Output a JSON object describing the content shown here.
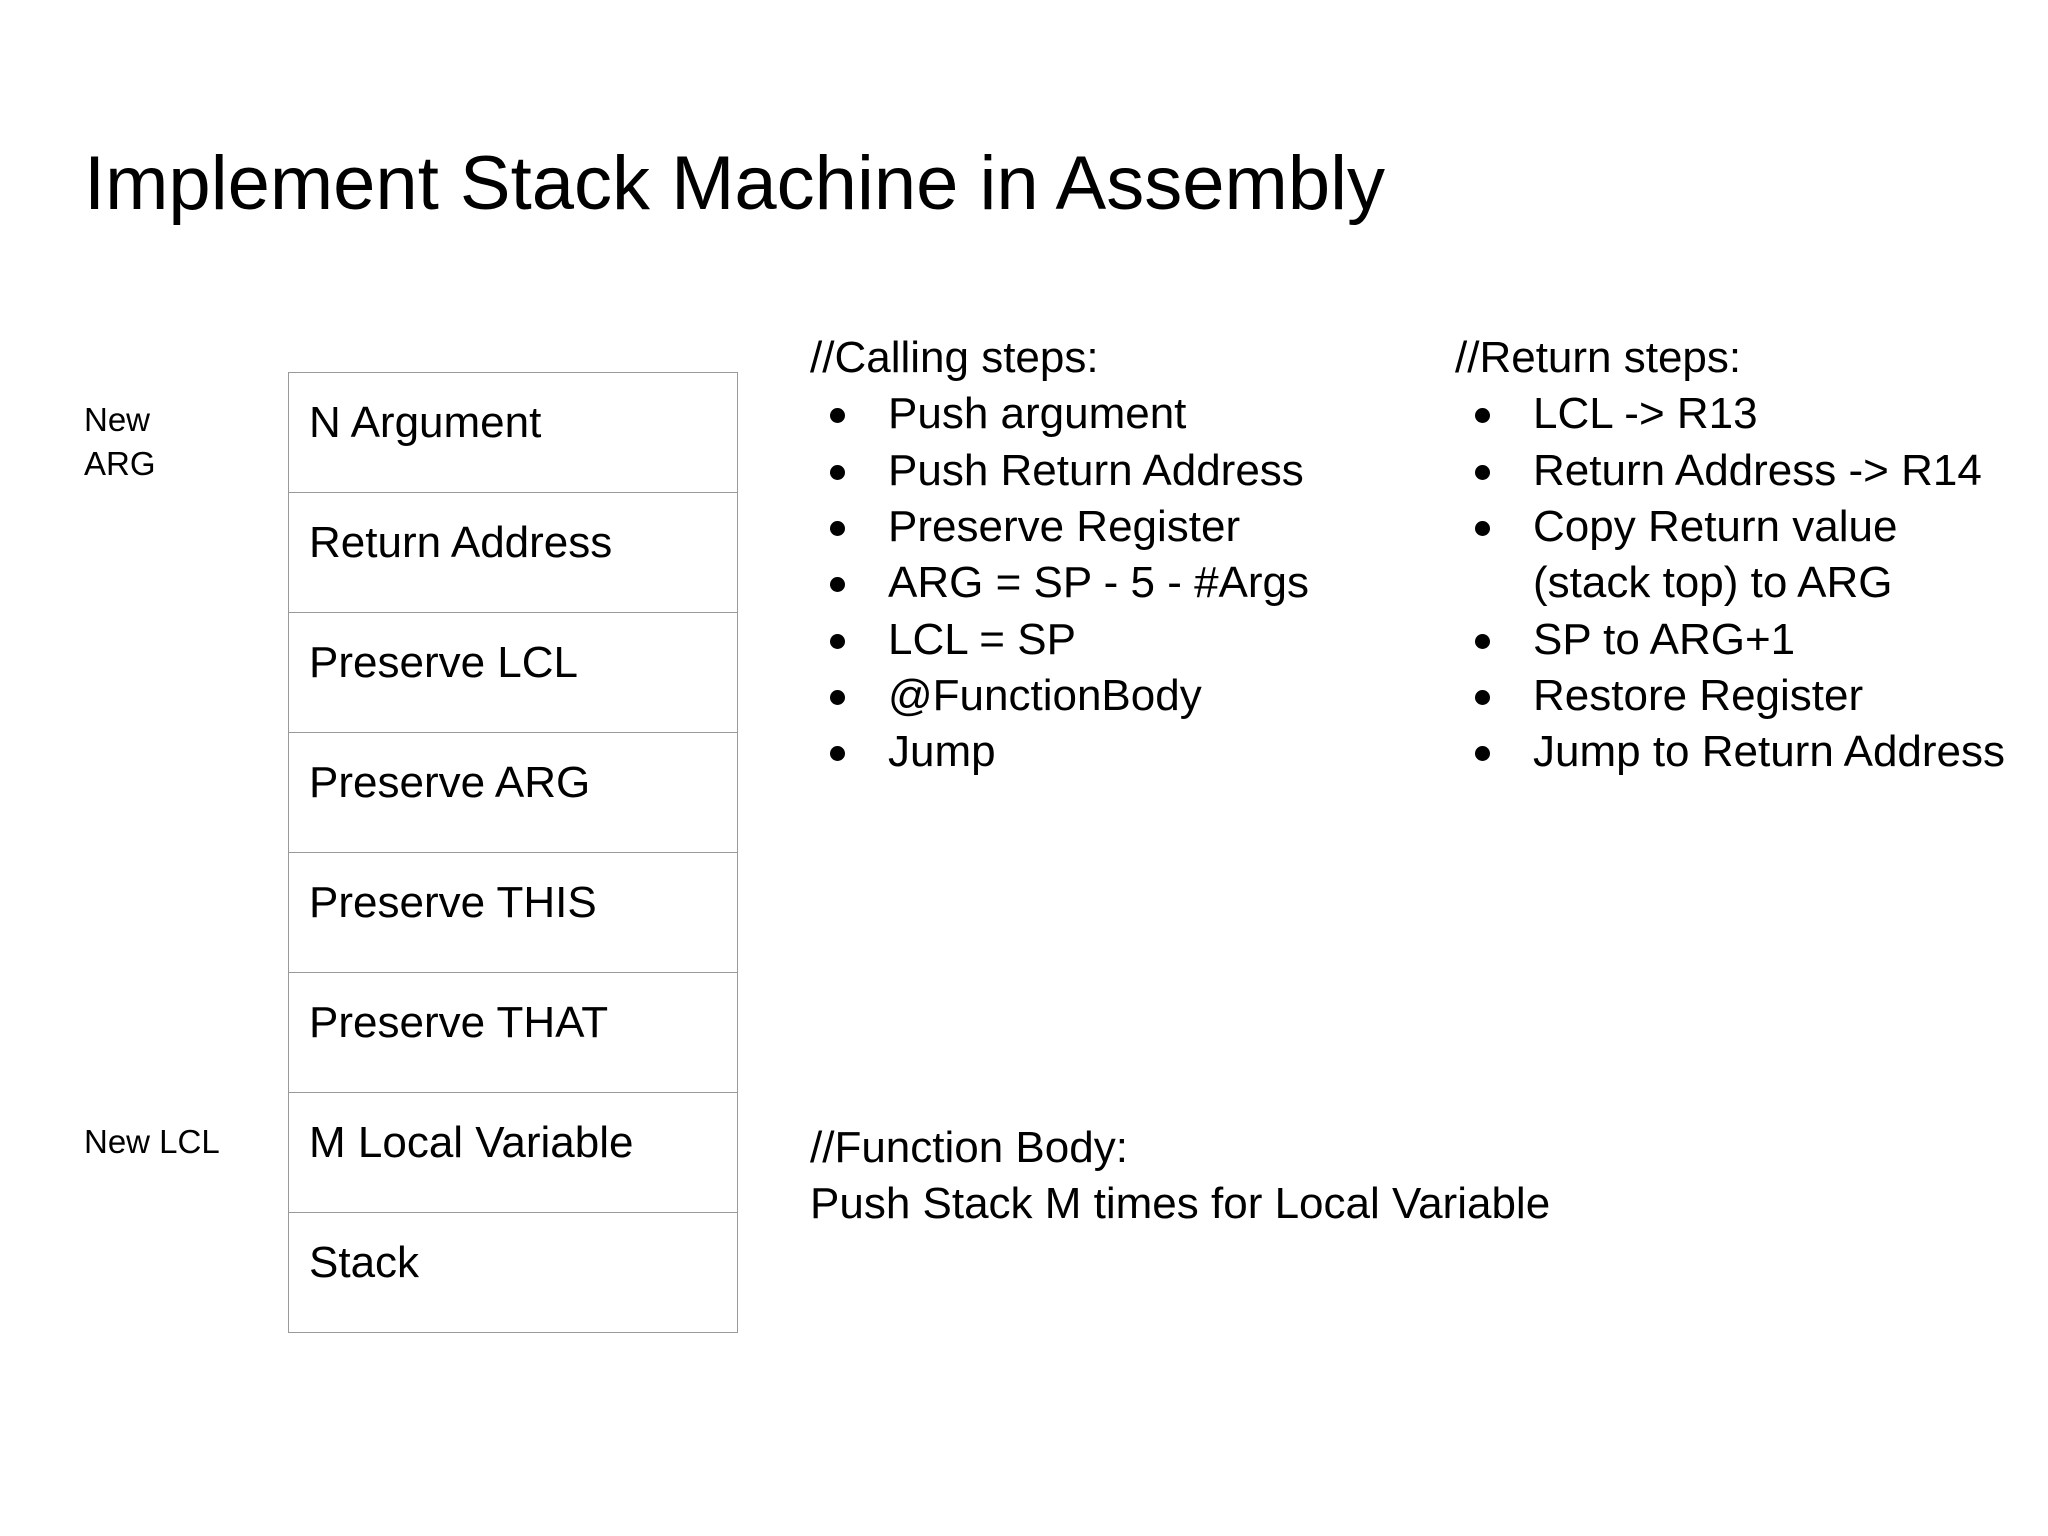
{
  "slide": {
    "title": "Implement Stack Machine in Assembly",
    "background_color": "#ffffff",
    "text_color": "#000000",
    "table_border_color": "#9a9a9a"
  },
  "side_labels": {
    "new_arg": "New\nARG",
    "new_lcl": "New LCL"
  },
  "stack_table": {
    "rows": [
      {
        "label": "N Argument"
      },
      {
        "label": "Return Address"
      },
      {
        "label": "Preserve LCL"
      },
      {
        "label": "Preserve ARG"
      },
      {
        "label": "Preserve THIS"
      },
      {
        "label": "Preserve THAT"
      },
      {
        "label": "M Local Variable"
      },
      {
        "label": "Stack"
      }
    ]
  },
  "calling_steps": {
    "heading": "//Calling steps:",
    "items": [
      "Push argument",
      "Push Return Address",
      "Preserve Register",
      "ARG = SP - 5 - #Args",
      "LCL = SP",
      "@FunctionBody",
      "Jump"
    ]
  },
  "return_steps": {
    "heading": "//Return steps:",
    "items": [
      "LCL -> R13",
      "Return Address -> R14",
      "Copy Return value (stack top) to ARG",
      "SP to ARG+1",
      "Restore Register",
      "Jump to Return Address"
    ]
  },
  "function_body": {
    "heading": "//Function Body:",
    "line": "Push Stack M times for Local Variable"
  }
}
